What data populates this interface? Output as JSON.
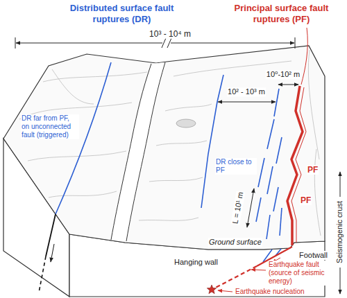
{
  "diagram": {
    "labels": [
      "Distributed surface fault ruptures (DR)",
      "Principal surface fault ruptures (PF)",
      "10³ - 10⁴ m",
      "10⁰-10² m",
      "10² - 10³ m",
      "DR far from PF, on unconnected fault (triggered)",
      "DR close to PF",
      "PF",
      "PF",
      "L = 10¹ m",
      "Ground surface",
      "Hanging wall",
      "Footwall",
      "Earthquake fault (source of seismic energy)",
      "Earthquake nucleation",
      "Seismogenic crust"
    ]
  }
}
